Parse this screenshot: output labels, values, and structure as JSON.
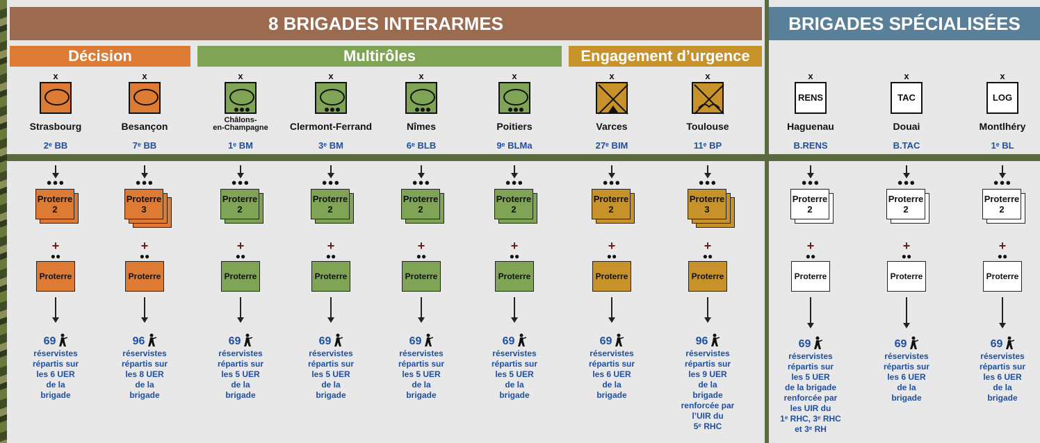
{
  "headers": {
    "interarmes": "8 BRIGADES INTERARMES",
    "specialisees": "BRIGADES SPÉCIALISÉES"
  },
  "groups": [
    {
      "label": "Décision",
      "color": "#dd7a34"
    },
    {
      "label": "Multirôles",
      "color": "#7fa455"
    },
    {
      "label": "Engagement d’urgence",
      "color": "#c8922a"
    }
  ],
  "colors": {
    "banner_interarmes": "#9b6a4f",
    "banner_specialisees": "#5a7f98",
    "panel": "#e8e8e8",
    "unit_blue": "#1f4fa0"
  },
  "brigades": [
    {
      "echelon": "x",
      "symbol": "armor",
      "city": "Strasbourg",
      "unit": "2ᵉ BB",
      "dots": "●●●",
      "proterre": "Proterre",
      "proterre_num": "2",
      "plus": "+",
      "dots2": "●●",
      "single": "Proterre",
      "count": "69",
      "desc": "réservistes\nrépartis sur\nles 6 UER\nde la\nbrigade",
      "color": "#dd7a34",
      "layers": 2
    },
    {
      "echelon": "x",
      "symbol": "armor",
      "city": "Besançon",
      "unit": "7ᵉ BB",
      "dots": "●●●",
      "proterre": "Proterre",
      "proterre_num": "3",
      "plus": "+",
      "dots2": "●●",
      "single": "Proterre",
      "count": "96",
      "desc": "réservistes\nrépartis sur\nles 8 UER\nde la\nbrigade",
      "color": "#dd7a34",
      "layers": 3
    },
    {
      "echelon": "x",
      "symbol": "armor-wheeled",
      "city": "Châlons-\nen-Champagne",
      "unit": "1ᵉ BM",
      "dots": "●●●",
      "proterre": "Proterre",
      "proterre_num": "2",
      "plus": "+",
      "dots2": "●●",
      "single": "Proterre",
      "count": "69",
      "desc": "réservistes\nrépartis sur\nles 5 UER\nde la\nbrigade",
      "color": "#7fa455",
      "layers": 2
    },
    {
      "echelon": "x",
      "symbol": "armor-wheeled",
      "city": "Clermont-Ferrand",
      "unit": "3ᵉ BM",
      "dots": "●●●",
      "proterre": "Proterre",
      "proterre_num": "2",
      "plus": "+",
      "dots2": "●●",
      "single": "Proterre",
      "count": "69",
      "desc": "réservistes\nrépartis sur\nles 5 UER\nde la\nbrigade",
      "color": "#7fa455",
      "layers": 2
    },
    {
      "echelon": "x",
      "symbol": "armor-wheeled",
      "city": "Nîmes",
      "unit": "6ᵉ BLB",
      "dots": "●●●",
      "proterre": "Proterre",
      "proterre_num": "2",
      "plus": "+",
      "dots2": "●●",
      "single": "Proterre",
      "count": "69",
      "desc": "réservistes\nrépartis sur\nles 5 UER\nde la\nbrigade",
      "color": "#7fa455",
      "layers": 2
    },
    {
      "echelon": "x",
      "symbol": "armor-wheeled",
      "city": "Poitiers",
      "unit": "9ᵉ BLMa",
      "dots": "●●●",
      "proterre": "Proterre",
      "proterre_num": "2",
      "plus": "+",
      "dots2": "●●",
      "single": "Proterre",
      "count": "69",
      "desc": "réservistes\nrépartis sur\nles 5 UER\nde la\nbrigade",
      "color": "#7fa455",
      "layers": 2
    },
    {
      "echelon": "x",
      "symbol": "mountain",
      "city": "Varces",
      "unit": "27ᵉ BIM",
      "dots": "●●●",
      "proterre": "Proterre",
      "proterre_num": "2",
      "plus": "+",
      "dots2": "●●",
      "single": "Proterre",
      "count": "69",
      "desc": "réservistes\nrépartis sur\nles 6 UER\nde la\nbrigade",
      "color": "#c8922a",
      "layers": 2
    },
    {
      "echelon": "x",
      "symbol": "airborne",
      "city": "Toulouse",
      "unit": "11ᵉ BP",
      "dots": "●●●",
      "proterre": "Proterre",
      "proterre_num": "3",
      "plus": "+",
      "dots2": "●●",
      "single": "Proterre",
      "count": "96",
      "desc": "réservistes\nrépartis sur\nles 9 UER\nde la\nbrigade\nrenforcée par\nl’UIR du\n5ᵉ RHC",
      "color": "#c8922a",
      "layers": 3
    },
    {
      "echelon": "x",
      "symbol": "RENS",
      "city": "Haguenau",
      "unit": "B.RENS",
      "dots": "●●●",
      "proterre": "Proterre",
      "proterre_num": "2",
      "plus": "+",
      "dots2": "●●",
      "single": "Proterre",
      "count": "69",
      "desc": "réservistes\nrépartis sur\nles 5 UER\nde la brigade\nrenforcée par\nles UIR du\n1ᵉ RHC, 3ᵉ RHC\net 3ᵉ RH",
      "color": "#ffffff",
      "layers": 2
    },
    {
      "echelon": "x",
      "symbol": "TAC",
      "city": "Douai",
      "unit": "B.TAC",
      "dots": "●●●",
      "proterre": "Proterre",
      "proterre_num": "2",
      "plus": "+",
      "dots2": "●●",
      "single": "Proterre",
      "count": "69",
      "desc": "réservistes\nrépartis sur\nles 6 UER\nde la\nbrigade",
      "color": "#ffffff",
      "layers": 2
    },
    {
      "echelon": "x",
      "symbol": "LOG",
      "city": "Montlhéry",
      "unit": "1ᵉ BL",
      "dots": "●●●",
      "proterre": "Proterre",
      "proterre_num": "2",
      "plus": "+",
      "dots2": "●●",
      "single": "Proterre",
      "count": "69",
      "desc": "réservistes\nrépartis sur\nles 6 UER\nde la\nbrigade",
      "color": "#ffffff",
      "layers": 2
    }
  ]
}
